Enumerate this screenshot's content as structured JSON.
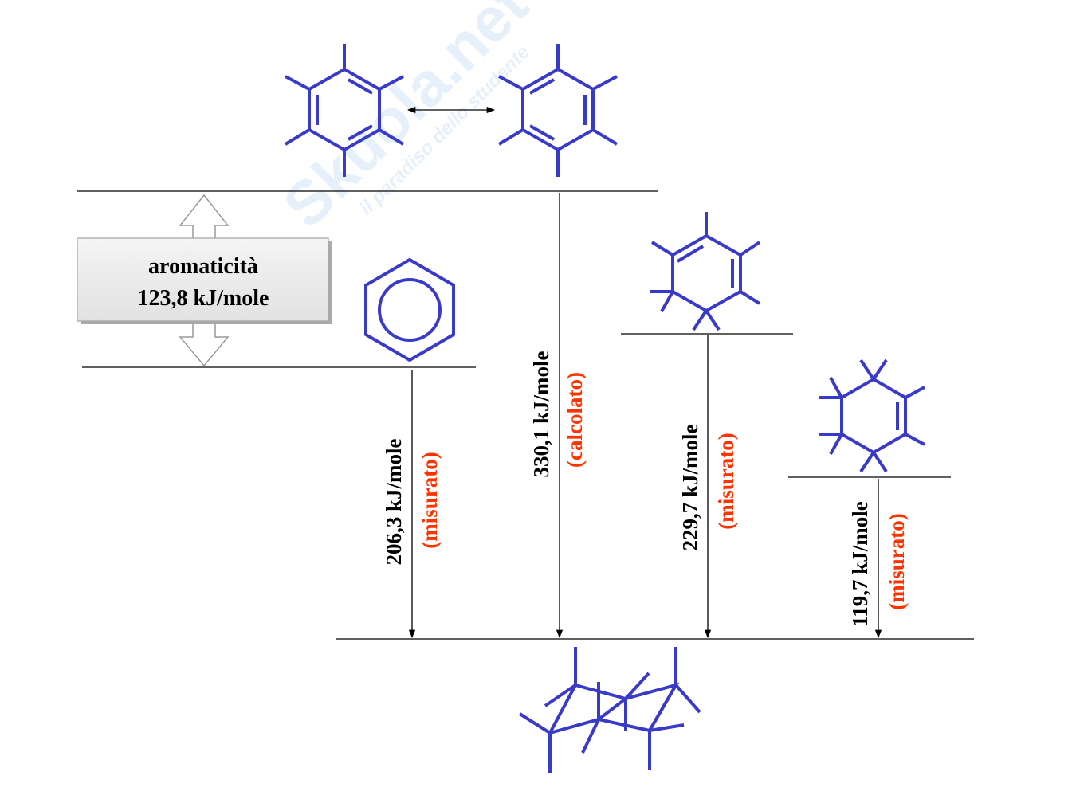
{
  "watermark": {
    "brand": "Skuola.net",
    "tagline": "il paradiso dello studente"
  },
  "aromaticity_box": {
    "line1": "aromaticità",
    "line2": "123,8 kJ/mole"
  },
  "transitions": [
    {
      "value": "206,3 kJ/mole",
      "note": "(misurato)"
    },
    {
      "value": "330,1 kJ/mole",
      "note": "(calcolato)"
    },
    {
      "value": "229,7 kJ/mole",
      "note": "(misurato)"
    },
    {
      "value": "119,7 kJ/mole",
      "note": "(misurato)"
    }
  ],
  "colors": {
    "molecule": "#3a3ac8",
    "note": "#ff3300",
    "watermark": "#4a90e2"
  }
}
